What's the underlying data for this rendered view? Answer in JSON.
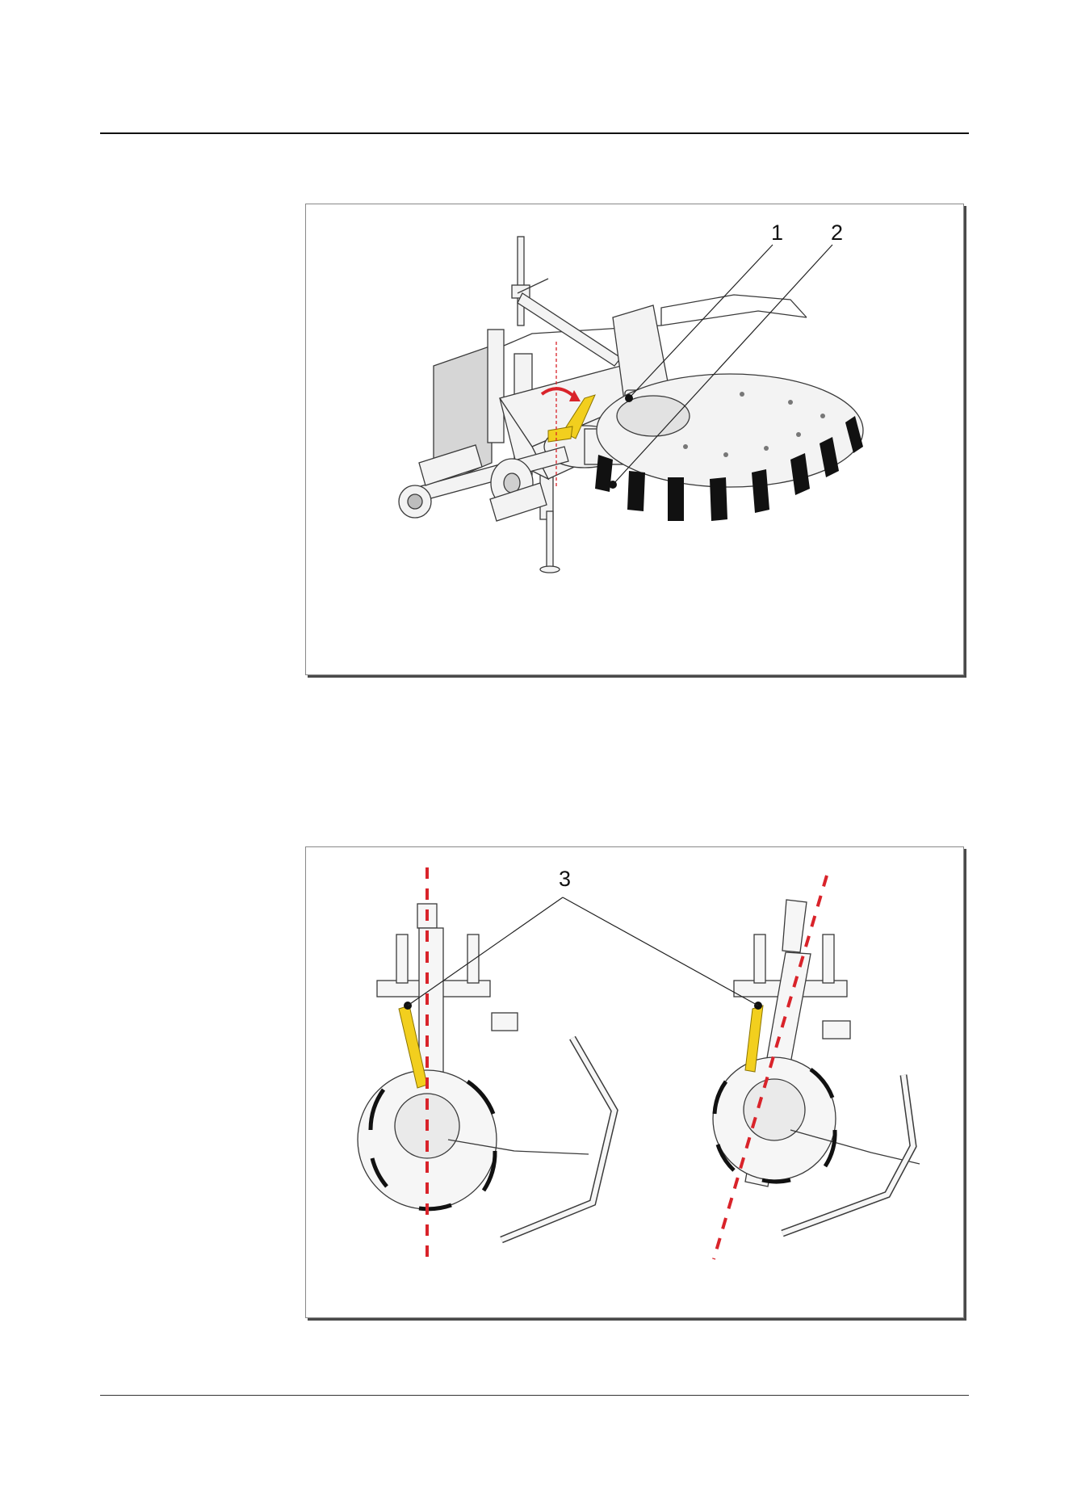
{
  "figure_top": {
    "callouts": {
      "c1": "1",
      "c2": "2"
    }
  },
  "figure_bottom": {
    "callouts": {
      "c3": "3"
    }
  },
  "colors": {
    "highlight": "#f2cf1e",
    "axis_line": "#d9232a",
    "rotate_arrow": "#d9232a",
    "drawing": "#3a3a3a",
    "brush": "#111111"
  }
}
